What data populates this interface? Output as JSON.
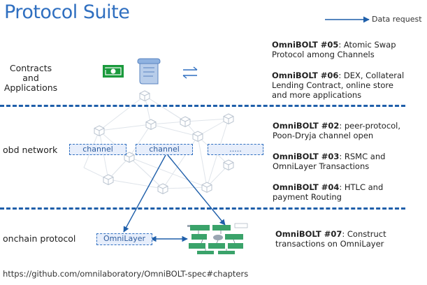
{
  "title": "Protocol Suite",
  "legend": {
    "label": "Data request"
  },
  "layers": [
    {
      "label": "Contracts and Applications"
    },
    {
      "label": "obd network"
    },
    {
      "label": "onchain protocol"
    }
  ],
  "channels": [
    "channel",
    "channel",
    "....."
  ],
  "omnilayer_label": "OmniLayer",
  "descriptions": [
    {
      "id": "OmniBOLT #05",
      "text": ": Atomic Swap Protocol among Channels"
    },
    {
      "id": "OmniBOLT #06",
      "text": ": DEX, Collateral Lending Contract, online store and more applications"
    },
    {
      "id": "OmniBOLT #02",
      "text": ": peer-protocol, Poon-Dryja channel open"
    },
    {
      "id": "OmniBOLT #03",
      "text": ": RSMC and OmniLayer Transactions"
    },
    {
      "id": "OmniBOLT #04",
      "text": ": HTLC and payment Routing"
    },
    {
      "id": "OmniBOLT #07",
      "text": ": Construct transactions on OmniLayer"
    }
  ],
  "footer_url": "https://github.com/omnilaboratory/OmniBOLT-spec#chapters",
  "colors": {
    "title": "#2f6fc0",
    "dash": "#1f5faa",
    "money": "#1a9a3c",
    "arrow": "#1f5faa"
  }
}
